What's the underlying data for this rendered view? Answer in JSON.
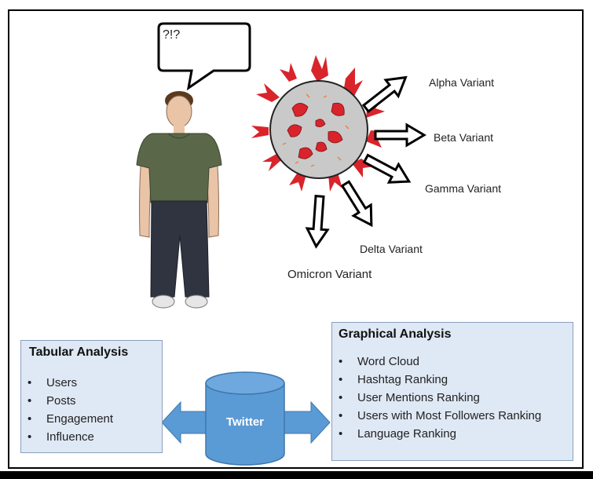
{
  "speech_bubble": {
    "text": "?!?"
  },
  "variants": [
    {
      "label": "Alpha Variant"
    },
    {
      "label": "Beta Variant"
    },
    {
      "label": "Gamma Variant"
    },
    {
      "label": "Delta Variant"
    },
    {
      "label": "Omicron Variant"
    }
  ],
  "tabular": {
    "title": "Tabular Analysis",
    "items": [
      "Users",
      "Posts",
      "Engagement",
      "Influence"
    ]
  },
  "graphical": {
    "title": "Graphical Analysis",
    "items": [
      "Word Cloud",
      "Hashtag Ranking",
      "User Mentions Ranking",
      "Users with Most Followers Ranking",
      "Language Ranking"
    ]
  },
  "database": {
    "label": "Twitter"
  },
  "colors": {
    "box_fill": "#dfe8f5",
    "cylinder": "#5b9bd5",
    "virus_spike": "#d9242b",
    "virus_body": "#c9c9c9"
  }
}
